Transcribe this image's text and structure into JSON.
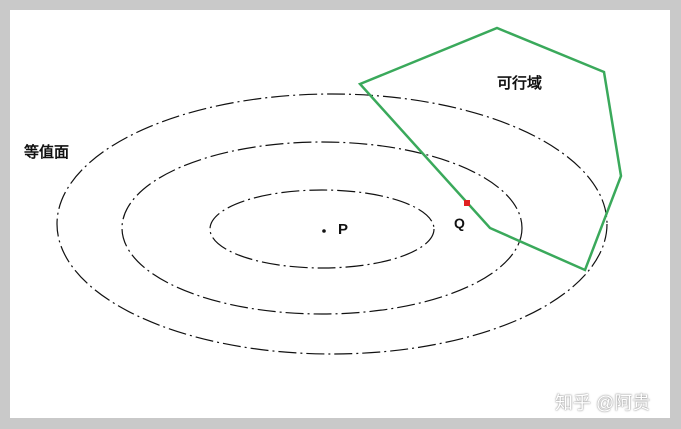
{
  "labels": {
    "isosurface": "等值面",
    "feasible_region": "可行域",
    "point_p": "P",
    "point_q": "Q"
  },
  "watermark": "知乎 @阿贵",
  "colors": {
    "background": "#c9c9c9",
    "canvas": "#ffffff",
    "contour": "#111111",
    "feasible_region": "#3aa95b",
    "point_q": "#e02020"
  }
}
